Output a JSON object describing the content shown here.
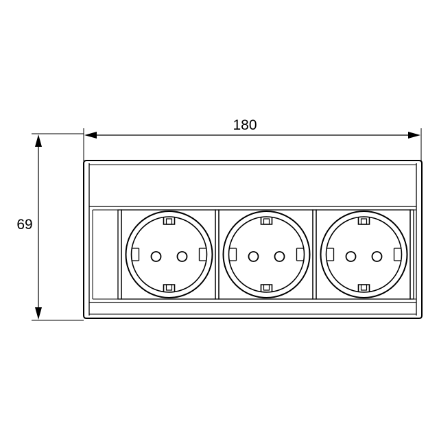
{
  "dimensions": {
    "width_label": "180",
    "height_label": "69"
  },
  "product": {
    "socket_count": 3
  },
  "colors": {
    "line": "#000000",
    "background": "#ffffff"
  }
}
